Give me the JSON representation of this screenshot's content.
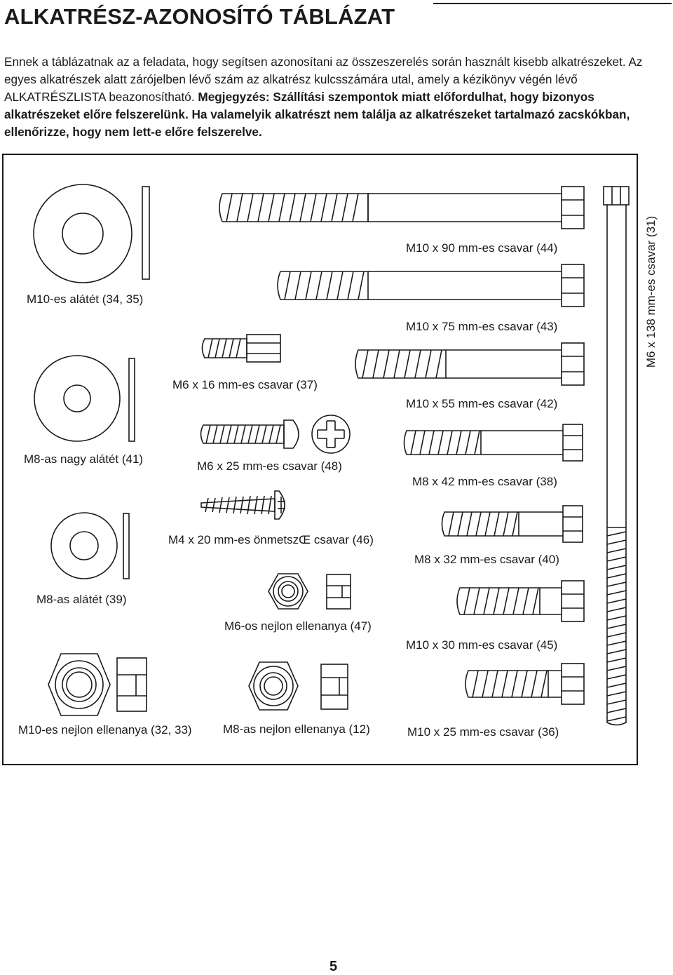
{
  "header": {
    "title": "ALKATRÉSZ-AZONOSÍTÓ TÁBLÁZAT"
  },
  "intro": {
    "normal": "Ennek a táblázatnak az a feladata, hogy segítsen azonosítani az összeszerelés során használt kisebb alkatrészeket. Az egyes alkatrészek alatt zárójelben lévő szám az alkatrész kulcsszámára utal, amely a kézikönyv végén lévő ALKATRÉSZLISTA beazonosítható.",
    "bold": "Megjegyzés: Szállítási szempontok miatt előfordulhat, hogy bizonyos alkatrészeket előre felszerelünk. Ha valamelyik alkatrészt nem találja az alkatrészeket tartalmazó zacskókban, ellenőrizze, hogy nem lett-e előre felszerelve."
  },
  "parts": {
    "washer_m10": "M10-es alátét (34, 35)",
    "washer_m8_large": "M8-as nagy alátét (41)",
    "washer_m8": "M8-as alátét (39)",
    "nylon_nut_m10": "M10-es nejlon ellenanya (32, 33)",
    "bolt_m6x16": "M6 x 16 mm-es csavar (37)",
    "bolt_m6x25": "M6 x 25 mm-es csavar (48)",
    "screw_m4x20": "M4 x 20 mm-es önmetszŒ csavar (46)",
    "nylon_nut_m6": "M6-os nejlon ellenanya (47)",
    "nylon_nut_m8": "M8-as nejlon ellenanya (12)",
    "bolt_m10x90": "M10 x 90 mm-es csavar (44)",
    "bolt_m10x75": "M10 x 75 mm-es csavar (43)",
    "bolt_m10x55": "M10 x 55 mm-es csavar (42)",
    "bolt_m8x42": "M8 x 42 mm-es csavar (38)",
    "bolt_m8x32": "M8 x 32 mm-es csavar (40)",
    "bolt_m10x30": "M10 x 30 mm-es csavar (45)",
    "bolt_m10x25": "M10 x 25 mm-es csavar (36)",
    "bolt_m6x138": "M6 x 138 mm-es csavar (31)"
  },
  "footer": {
    "page_number": "5"
  }
}
